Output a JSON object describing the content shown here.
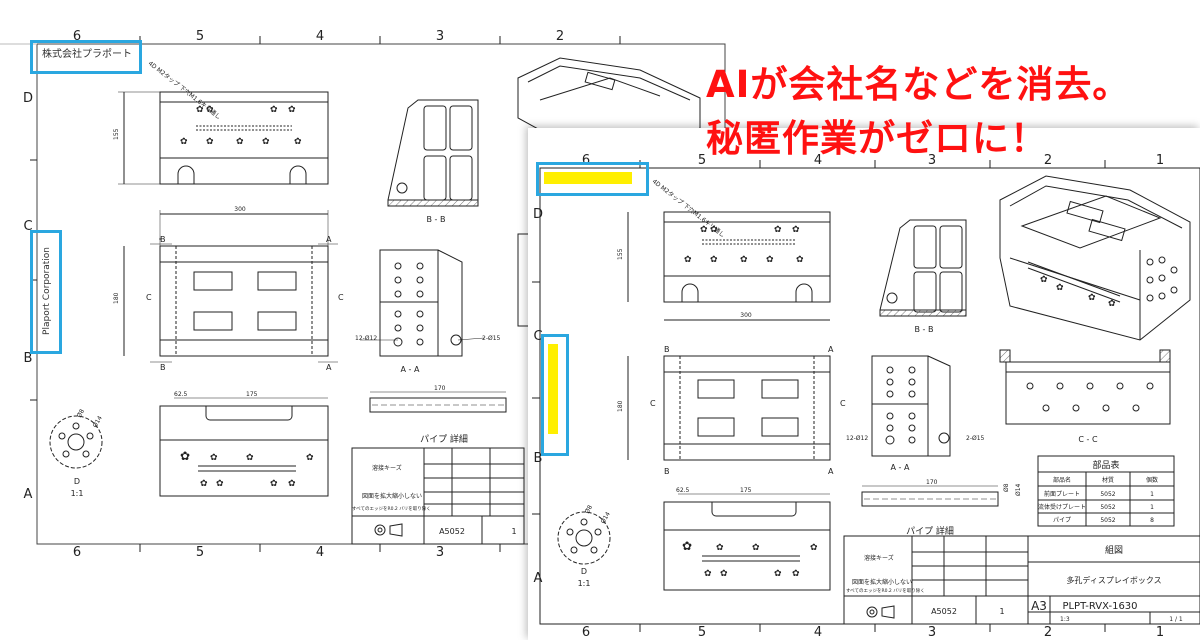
{
  "headline": {
    "line1": "AIが会社名などを消去。",
    "line2": "秘匿作業がゼロに！"
  },
  "back_drawing": {
    "company_name": "株式会社プラポート",
    "company_name_en": "Plaport Corporation",
    "col_labels": [
      "6",
      "5",
      "4",
      "3",
      "2"
    ],
    "row_labels": [
      "D",
      "C",
      "B",
      "A"
    ],
    "note": "4D M2タップ 下穴M1.6キリ通し",
    "dims": {
      "d155": "155",
      "d300": "300",
      "d180": "180",
      "d62_5": "62.5",
      "d175": "175",
      "d170": "170",
      "hole12": "12-Ø12",
      "hole2": "2-Ø15",
      "d8": "Ø8",
      "d14": "Ø14"
    },
    "section_bb": "B - B",
    "section_aa": "A - A",
    "detail_d": "D",
    "scale_d": "1:1",
    "cut_a": "A",
    "cut_b": "B",
    "cut_c": "C",
    "detail_title": "パイプ 詳細",
    "material": "A5052",
    "qty": "1",
    "tb_note": "図面を拡大縮小しない",
    "tb_weld": "溶接キーズ",
    "tb_edge": "すべてのエッジをR0.2 バリを取り除く"
  },
  "front_drawing": {
    "col_labels": [
      "6",
      "5",
      "4",
      "3",
      "2",
      "1"
    ],
    "row_labels": [
      "D",
      "C",
      "B",
      "A"
    ],
    "note": "4D M2タップ 下穴M1.6キリ通し",
    "dims": {
      "d155": "155",
      "d300": "300",
      "d180": "180",
      "d62_5": "62.5",
      "d175": "175",
      "d170": "170",
      "hole12": "12-Ø12",
      "hole2": "2-Ø15",
      "d8": "Ø8",
      "d14": "Ø14",
      "dim_o8": "Ø8",
      "dim_o14": "Ø14"
    },
    "section_bb": "B - B",
    "section_aa": "A - A",
    "section_cc": "C - C",
    "detail_d": "D",
    "scale_d": "1:1",
    "cut_a": "A",
    "cut_b": "B",
    "cut_c": "C",
    "detail_title": "パイプ 詳細",
    "bom": {
      "title": "部品表",
      "headers": [
        "部品名",
        "材質",
        "個数"
      ],
      "rows": [
        [
          "前面プレート",
          "5052",
          "1"
        ],
        [
          "流体受けプレート",
          "5052",
          "1"
        ],
        [
          "パイプ",
          "5052",
          "8"
        ]
      ]
    },
    "title_block": {
      "drawing_type": "組図",
      "part_name": "多孔ディスプレイボックス",
      "size": "A3",
      "number": "PLPT-RVX-1630",
      "scale": "1:3",
      "sheet": "1 / 1",
      "material": "A5052",
      "qty": "1",
      "note": "図面を拡大縮小しない",
      "weld": "溶接キーズ",
      "edge": "すべてのエッジをR0.2 バリを取り除く"
    }
  },
  "colors": {
    "headline": "#ff1111",
    "highlight": "#2aa7e0",
    "redact": "#ffef00",
    "line": "#222222"
  }
}
